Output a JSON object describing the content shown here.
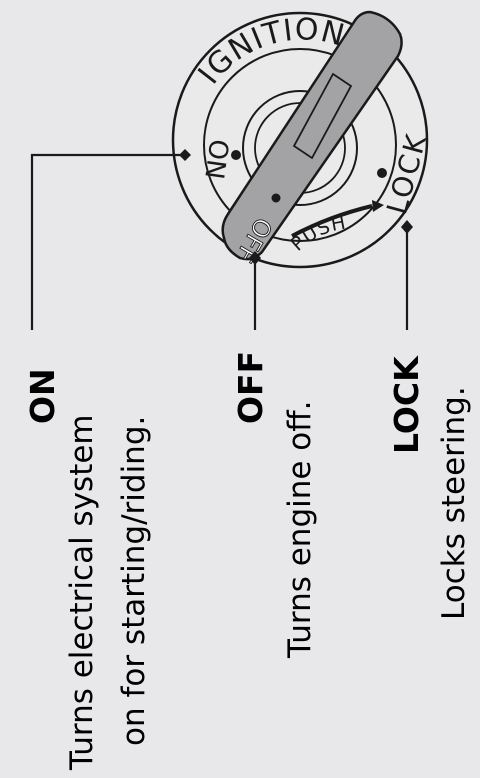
{
  "dial": {
    "ignition_text": "IGNITION",
    "on_text": "ON",
    "lock_text": "LOCK",
    "push_text": "PUSH",
    "key_off_text": "OFF"
  },
  "callouts": [
    {
      "id": "on",
      "title": "ON",
      "lines": [
        "Turns electrical system",
        "on for starting/riding."
      ]
    },
    {
      "id": "off",
      "title": "OFF",
      "lines": [
        "Turns engine off."
      ]
    },
    {
      "id": "lock",
      "title": "LOCK",
      "lines": [
        "Locks steering."
      ]
    }
  ],
  "colors": {
    "background": "#e8e8ea",
    "dial_face": "#eaeaeb",
    "outline": "#1a1a1a",
    "key": "#a3a3a5",
    "text": "#111111"
  }
}
